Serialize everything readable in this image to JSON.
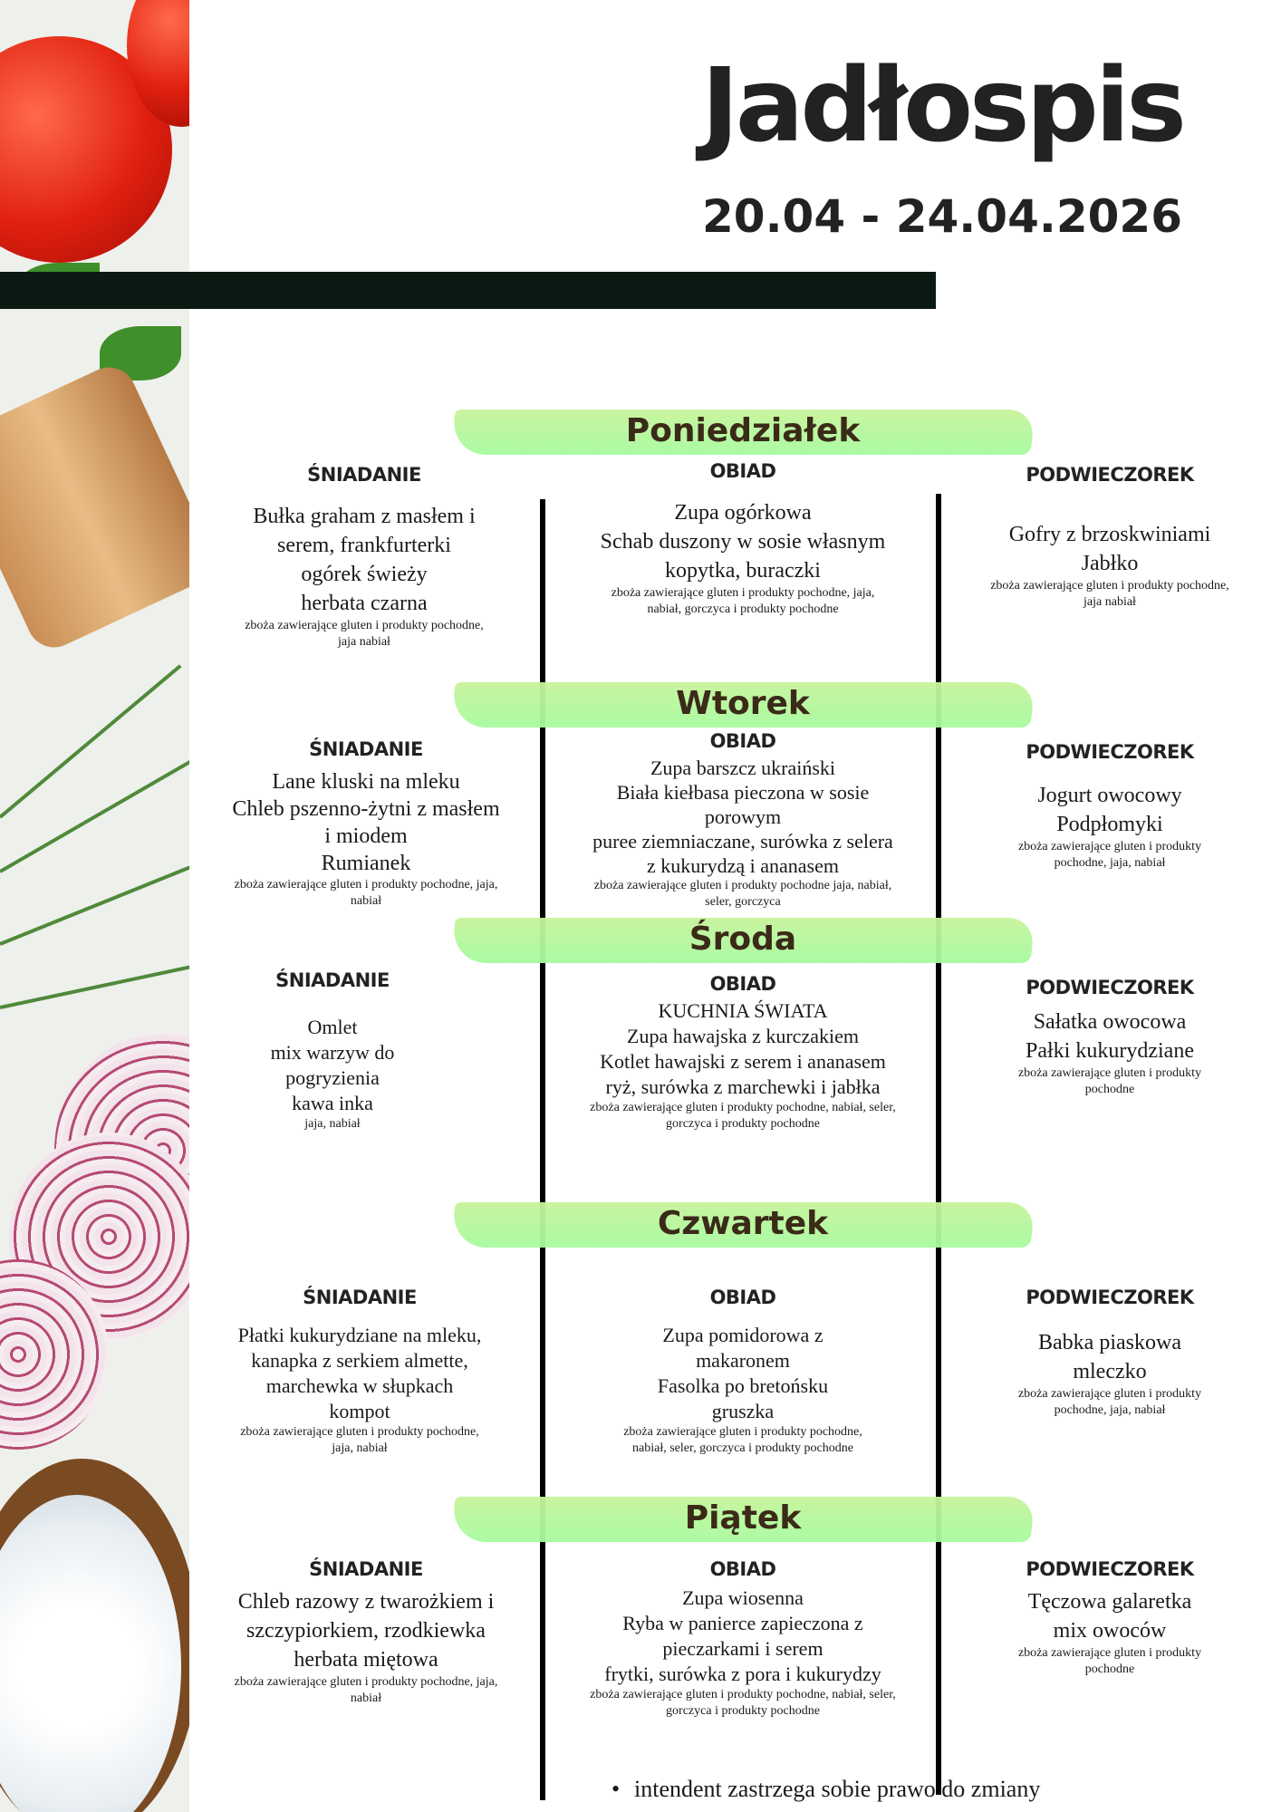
{
  "header": {
    "title": "Jadłospis",
    "date_range": "20.04 - 24.04.2026"
  },
  "meal_labels": {
    "breakfast": "ŚNIADANIE",
    "lunch": "OBIAD",
    "snack": "PODWIECZOREK"
  },
  "days": [
    {
      "name": "Poniedziałek",
      "breakfast": {
        "lines": [
          "Bułka graham z masłem i",
          "serem, frankfurterki",
          "ogórek świeży",
          "herbata czarna"
        ],
        "allergens": [
          "zboża zawierające gluten i produkty pochodne,",
          "jaja nabiał"
        ]
      },
      "lunch": {
        "lines": [
          "Zupa ogórkowa",
          "Schab duszony w sosie własnym",
          "kopytka, buraczki"
        ],
        "allergens": [
          "zboża zawierające gluten i produkty pochodne, jaja,",
          "nabiał, gorczyca i produkty pochodne"
        ]
      },
      "snack": {
        "lines": [
          "Gofry z brzoskwiniami",
          "Jabłko"
        ],
        "allergens": [
          "zboża zawierające gluten i produkty pochodne,",
          "jaja nabiał"
        ]
      }
    },
    {
      "name": "Wtorek",
      "breakfast": {
        "lines": [
          "Lane kluski na mleku",
          "Chleb pszenno-żytni z masłem",
          "i miodem",
          "Rumianek"
        ],
        "allergens": [
          "zboża zawierające gluten i produkty pochodne, jaja,",
          "nabiał"
        ]
      },
      "lunch": {
        "lines": [
          "Zupa barszcz ukraiński",
          "Biała kiełbasa pieczona w sosie",
          "porowym",
          "puree ziemniaczane, surówka z selera",
          "z kukurydzą i ananasem"
        ],
        "allergens": [
          "zboża zawierające gluten  i produkty pochodne jaja, nabiał,",
          "seler, gorczyca"
        ]
      },
      "snack": {
        "lines": [
          "Jogurt owocowy",
          "Podpłomyki"
        ],
        "allergens": [
          "zboża zawierające gluten i produkty",
          "pochodne, jaja, nabiał"
        ]
      }
    },
    {
      "name": "Środa",
      "breakfast": {
        "lines": [
          "Omlet",
          "mix warzyw do",
          "pogryzienia",
          "kawa inka"
        ],
        "allergens": [
          "jaja, nabiał"
        ]
      },
      "lunch": {
        "lines": [
          "KUCHNIA ŚWIATA",
          "Zupa hawajska z kurczakiem",
          "Kotlet hawajski z serem i ananasem",
          "ryż, surówka z marchewki i jabłka"
        ],
        "allergens": [
          "zboża zawierające gluten i produkty pochodne, nabiał, seler,",
          "gorczyca i produkty pochodne"
        ]
      },
      "snack": {
        "lines": [
          "Sałatka owocowa",
          "Pałki kukurydziane"
        ],
        "allergens": [
          "zboża zawierające gluten i produkty",
          "pochodne"
        ]
      }
    },
    {
      "name": "Czwartek",
      "breakfast": {
        "lines": [
          "Płatki kukurydziane na mleku,",
          "kanapka z serkiem almette,",
          "marchewka w słupkach",
          "kompot"
        ],
        "allergens": [
          "zboża zawierające gluten i produkty pochodne,",
          "jaja, nabiał"
        ]
      },
      "lunch": {
        "lines": [
          "Zupa pomidorowa z",
          "makaronem",
          "Fasolka po bretońsku",
          "gruszka"
        ],
        "allergens": [
          "zboża zawierające gluten i produkty pochodne,",
          "nabiał, seler, gorczyca i produkty pochodne"
        ]
      },
      "snack": {
        "lines": [
          "Babka piaskowa",
          "mleczko"
        ],
        "allergens": [
          "zboża zawierające gluten i produkty",
          "pochodne, jaja, nabiał"
        ]
      }
    },
    {
      "name": "Piątek",
      "breakfast": {
        "lines": [
          "Chleb razowy z twarożkiem i",
          "szczypiorkiem, rzodkiewka",
          "herbata miętowa"
        ],
        "allergens": [
          "zboża zawierające gluten i produkty pochodne, jaja,",
          "nabiał"
        ]
      },
      "lunch": {
        "lines": [
          "Zupa wiosenna",
          "Ryba w panierce zapieczona z",
          "pieczarkami i serem",
          "frytki, surówka z pora i kukurydzy"
        ],
        "allergens": [
          "zboża zawierające gluten i produkty pochodne, nabiał, seler,",
          "gorczyca i produkty pochodne"
        ]
      },
      "snack": {
        "lines": [
          "Tęczowa galaretka",
          "mix owoców"
        ],
        "allergens": [
          "zboża zawierające gluten i produkty",
          "pochodne"
        ]
      }
    }
  ],
  "footer_note": "intendent zastrzega sobie prawo do zmiany",
  "colors": {
    "banner": "#b6f79d",
    "day_text": "#3b2a18",
    "bar": "#0a1a12"
  }
}
